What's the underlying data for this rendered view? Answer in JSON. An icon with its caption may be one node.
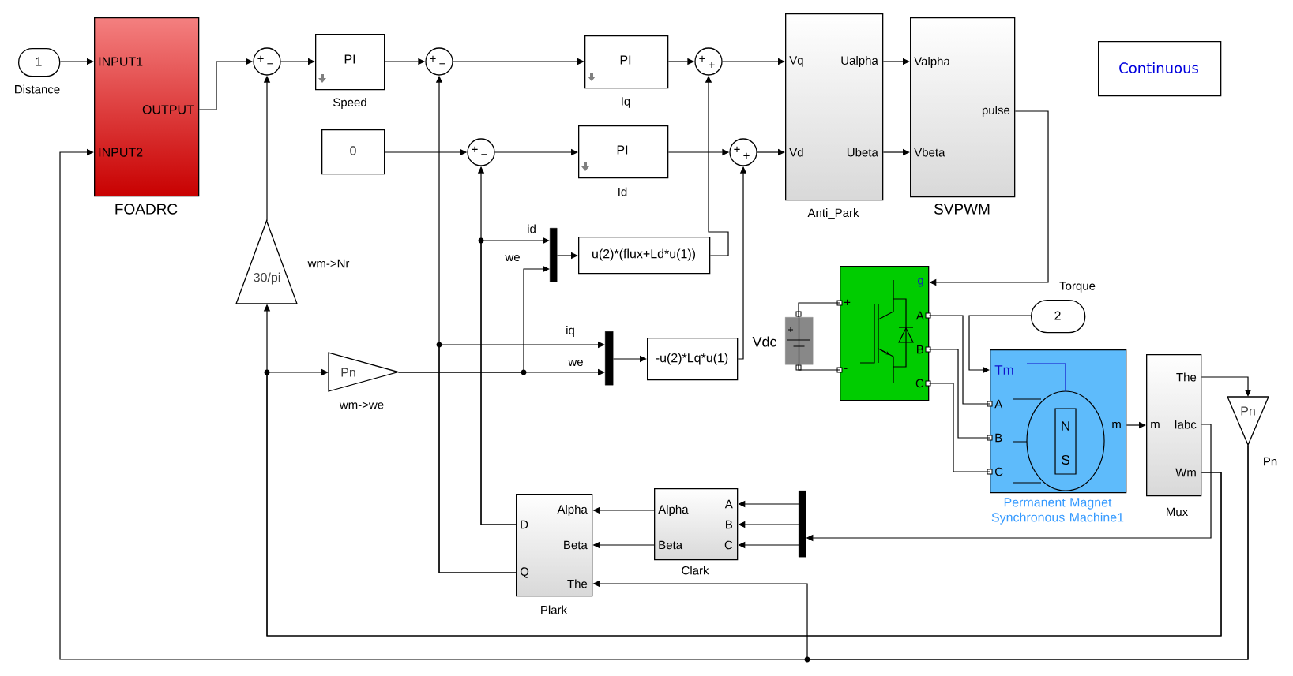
{
  "diagram": {
    "nodes": [
      {
        "text": [
          "1"
        ],
        "beside": [
          "Distance"
        ]
      },
      {
        "text": [
          "INPUT1",
          "OUTPUT",
          "INPUT2"
        ],
        "beside": [
          "FOADRC"
        ]
      },
      {
        "text": [
          "+",
          "−"
        ]
      },
      {
        "text": [
          "PI"
        ],
        "beside": [
          "Speed"
        ]
      },
      {
        "text": [
          "+",
          "−"
        ]
      },
      {
        "text": [
          "PI"
        ],
        "beside": [
          "Iq"
        ]
      },
      {
        "text": [
          "+",
          "+"
        ]
      },
      {
        "text": [
          "Vq",
          "Ualpha",
          "Vd",
          "Ubeta"
        ],
        "beside": [
          "Anti_Park"
        ]
      },
      {
        "text": [
          "Valpha",
          "pulse",
          "Vbeta"
        ],
        "beside": [
          "SVPWM"
        ]
      },
      {
        "text": [
          "Continuous"
        ]
      },
      {
        "text": [
          "0"
        ]
      },
      {
        "text": [
          "+",
          "−"
        ]
      },
      {
        "text": [
          "PI"
        ],
        "beside": [
          "Id"
        ]
      },
      {
        "text": [
          "+",
          "+"
        ]
      },
      {
        "text": [
          "30/pi"
        ],
        "beside": [
          "wm->Nr"
        ]
      },
      {
        "text": [],
        "shape": "bar"
      },
      {
        "text": [
          "u(2)*(flux+Ld*u(1))"
        ]
      },
      {
        "text": [
          "g",
          "+",
          "A",
          "B",
          "-",
          "C"
        ]
      },
      {
        "text": [
          "2"
        ],
        "beside": [
          "Torque"
        ]
      },
      {
        "text": [],
        "shape": "battery",
        "beside": [
          "Vdc"
        ]
      },
      {
        "text": [],
        "shape": "bar"
      },
      {
        "text": [
          "-u(2)*Lq*u(1)"
        ]
      },
      {
        "text": [
          "Pn"
        ],
        "beside": [
          "wm->we"
        ]
      },
      {
        "text": [
          "Tm",
          "A",
          "N",
          "m",
          "B",
          "S",
          "C"
        ],
        "beside": [
          "Permanent Magnet Synchronous Machine1"
        ]
      },
      {
        "text": [
          "The",
          "m",
          "Iabc",
          "Wm"
        ],
        "beside": [
          "Mux"
        ]
      },
      {
        "text": [
          "Pn"
        ],
        "beside": [
          "Pn"
        ]
      },
      {
        "text": [
          "A",
          "Alpha",
          "B",
          "Beta",
          "C"
        ],
        "beside": [
          "Clark"
        ]
      },
      {
        "text": [
          "Alpha",
          "D",
          "Beta",
          "Q",
          "The"
        ],
        "beside": [
          "Plark"
        ]
      },
      {
        "text": [],
        "shape": "bar"
      }
    ],
    "edges": [
      {
        "from": 0,
        "to": 1,
        "arrow": "to"
      },
      {
        "from": 1,
        "to": 2,
        "arrow": "to"
      },
      {
        "from": 2,
        "to": 3,
        "arrow": "to"
      },
      {
        "from": 3,
        "to": 4,
        "arrow": "to"
      },
      {
        "from": 4,
        "to": 5,
        "arrow": "to"
      },
      {
        "from": 5,
        "to": 6,
        "arrow": "to"
      },
      {
        "from": 6,
        "to": 7,
        "arrow": "to"
      },
      {
        "from": 10,
        "to": 11,
        "arrow": "to"
      },
      {
        "from": 11,
        "to": 12,
        "arrow": "to"
      },
      {
        "from": 12,
        "to": 13,
        "arrow": "to"
      },
      {
        "from": 13,
        "to": 7,
        "arrow": "to"
      },
      {
        "from": 7,
        "to": 8,
        "arrow": "to"
      },
      {
        "from": 7,
        "to": 8,
        "arrow": "to"
      },
      {
        "from": 14,
        "to": 2,
        "arrow": "to"
      },
      {
        "from": 15,
        "to": 16,
        "arrow": "to"
      },
      {
        "from": 16,
        "to": 6,
        "arrow": "to"
      },
      {
        "from": 20,
        "to": 21,
        "arrow": "to"
      },
      {
        "from": 21,
        "to": 13,
        "arrow": "to"
      },
      {
        "from": 8,
        "to": 17,
        "arrow": "to"
      },
      {
        "from": 19,
        "to": 17,
        "arrow": "none"
      },
      {
        "from": 19,
        "to": 17,
        "arrow": "none"
      },
      {
        "from": 17,
        "to": 23,
        "arrow": "none"
      },
      {
        "from": 17,
        "to": 23,
        "arrow": "none"
      },
      {
        "from": 17,
        "to": 23,
        "arrow": "none"
      },
      {
        "from": 18,
        "to": 23,
        "arrow": "to"
      },
      {
        "from": 23,
        "to": 24,
        "arrow": "to"
      },
      {
        "from": 24,
        "to": 14,
        "arrow": "to"
      },
      {
        "from": 24,
        "to": 22,
        "arrow": "to"
      },
      {
        "from": 22,
        "to": 20,
        "arrow": "to",
        "label": "we"
      },
      {
        "from": 22,
        "to": 15,
        "arrow": "to",
        "label": "we"
      },
      {
        "from": 24,
        "to": 25,
        "arrow": "to"
      },
      {
        "from": 25,
        "to": 1,
        "arrow": "to"
      },
      {
        "from": 25,
        "to": 27,
        "arrow": "to"
      },
      {
        "from": 24,
        "to": 28,
        "arrow": "to"
      },
      {
        "from": 28,
        "to": 26,
        "arrow": "to"
      },
      {
        "from": 28,
        "to": 26,
        "arrow": "to"
      },
      {
        "from": 28,
        "to": 26,
        "arrow": "to"
      },
      {
        "from": 26,
        "to": 27,
        "arrow": "to"
      },
      {
        "from": 26,
        "to": 27,
        "arrow": "to"
      },
      {
        "from": 27,
        "to": 11,
        "arrow": "to"
      },
      {
        "from": 27,
        "to": 15,
        "arrow": "to",
        "label": "id"
      },
      {
        "from": 27,
        "to": 4,
        "arrow": "to"
      },
      {
        "from": 27,
        "to": 20,
        "arrow": "to",
        "label": "iq"
      }
    ]
  }
}
